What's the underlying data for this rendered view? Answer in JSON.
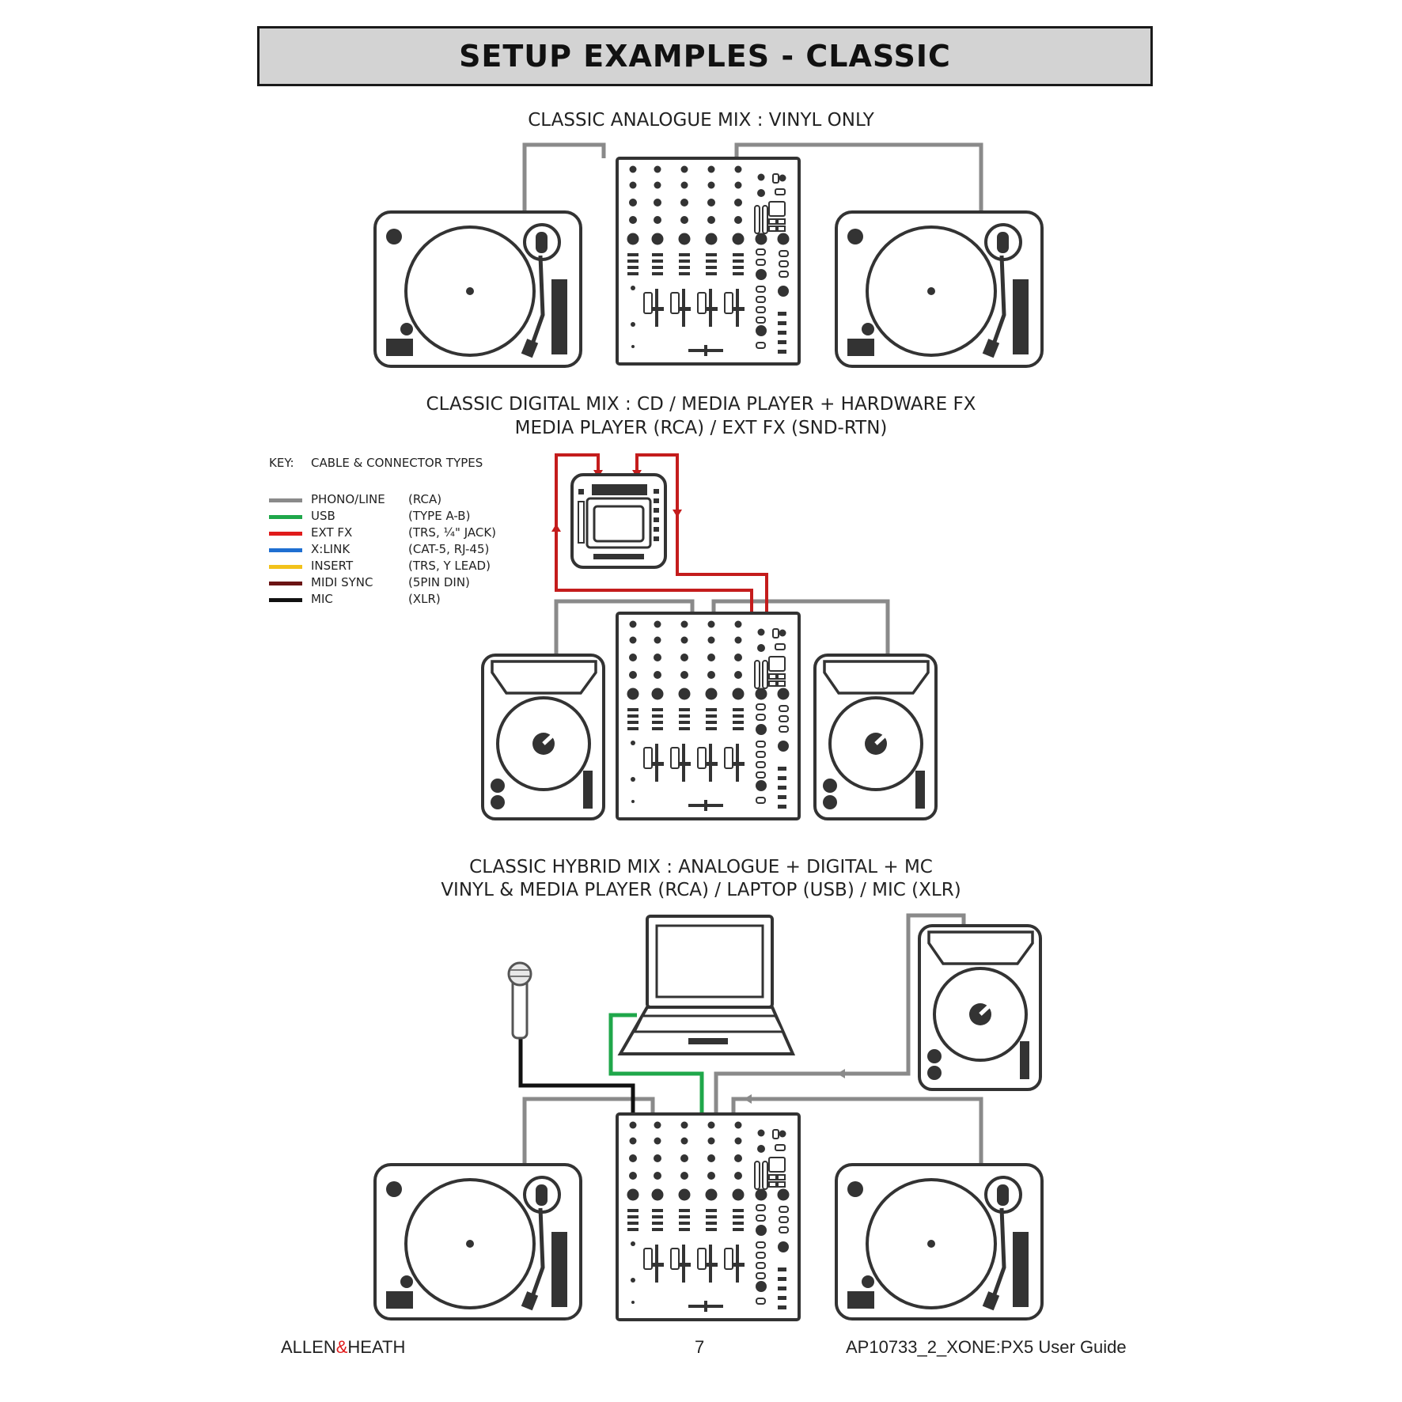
{
  "title": "SETUP EXAMPLES - CLASSIC",
  "sections": [
    {
      "lines": [
        "CLASSIC ANALOGUE MIX : VINYL ONLY"
      ]
    },
    {
      "lines": [
        "CLASSIC DIGITAL MIX : CD / MEDIA PLAYER + HARDWARE FX",
        "MEDIA PLAYER (RCA) / EXT FX (SND-RTN)"
      ]
    },
    {
      "lines": [
        "CLASSIC HYBRID MIX : ANALOGUE + DIGITAL + MC",
        "VINYL  & MEDIA PLAYER (RCA) / LAPTOP (USB) / MIC (XLR)"
      ]
    }
  ],
  "key": {
    "label": "KEY:",
    "heading": "CABLE & CONNECTOR TYPES",
    "items": [
      {
        "name": "PHONO/LINE",
        "type": "(RCA)",
        "color": "#8a8a8a"
      },
      {
        "name": "USB",
        "type": "(TYPE A-B)",
        "color": "#1fa74a"
      },
      {
        "name": "EXT FX",
        "type": "(TRS, ¼\" JACK)",
        "color": "#e01b1b"
      },
      {
        "name": "X:LINK",
        "type": "(CAT-5, RJ-45)",
        "color": "#1f6fd1"
      },
      {
        "name": "INSERT",
        "type": "(TRS, Y LEAD)",
        "color": "#f2c21b"
      },
      {
        "name": "MIDI SYNC",
        "type": "(5PIN DIN)",
        "color": "#6b1414"
      },
      {
        "name": "MIC",
        "type": "(XLR)",
        "color": "#111111"
      }
    ]
  },
  "colors": {
    "cable_line": "#8a8a8a",
    "cable_usb": "#1fa74a",
    "cable_fx": "#c41c1c",
    "cable_mic": "#111111",
    "equipment": "#333333"
  },
  "footer": {
    "brand_a": "ALLEN",
    "brand_amp": "&",
    "brand_b": "HEATH",
    "page": "7",
    "doc": "AP10733_2_XONE:PX5 User Guide"
  }
}
